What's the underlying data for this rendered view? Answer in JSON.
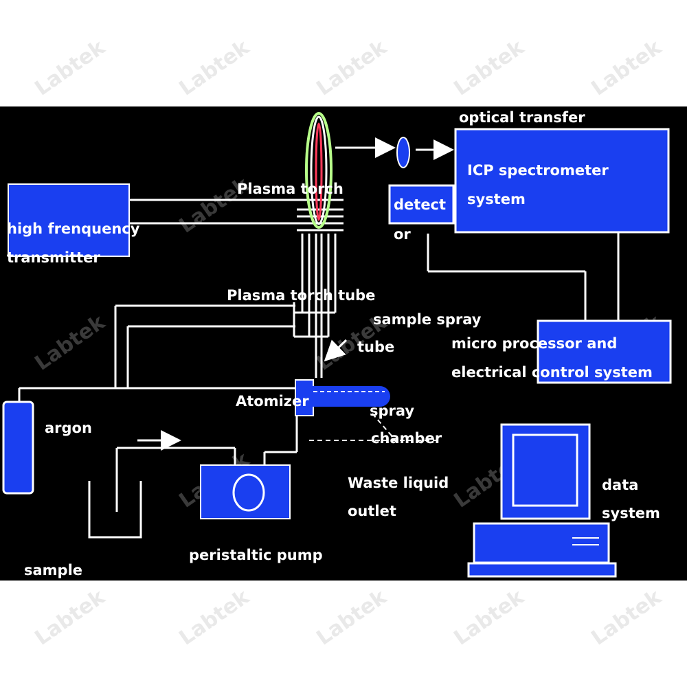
{
  "colors": {
    "background": "#000000",
    "block_fill": "#1a3ff0",
    "line": "#ffffff",
    "flame_outer": "#b8ff8a",
    "flame_inner": "#ff3a5a"
  },
  "watermark": "Labtek",
  "labels": {
    "optical_transfer": "optical transfer",
    "icp_spectrometer_line1": "ICP spectrometer",
    "icp_spectrometer_line2": "system",
    "detect": "detect",
    "or": "or",
    "plasma_torch": "Plasma torch",
    "hf_transmitter_line1": "high frenquency",
    "hf_transmitter_line2": "transmitter",
    "plasma_torch_tube": "Plasma torch tube",
    "sample_spray_tube_line1": "sample spray",
    "sample_spray_tube_line2": "tube",
    "micro_processor_line1": "micro processor and",
    "micro_processor_line2": "electrical control system",
    "atomizer": "Atomizer",
    "argon": "argon",
    "spray_chamber_line1": "spray",
    "spray_chamber_line2": "chamber",
    "waste_liquid_line1": "Waste liquid",
    "waste_liquid_line2": "outlet",
    "data_system_line1": "data",
    "data_system_line2": "system",
    "peristaltic_pump": "peristaltic pump",
    "sample": "sample"
  }
}
